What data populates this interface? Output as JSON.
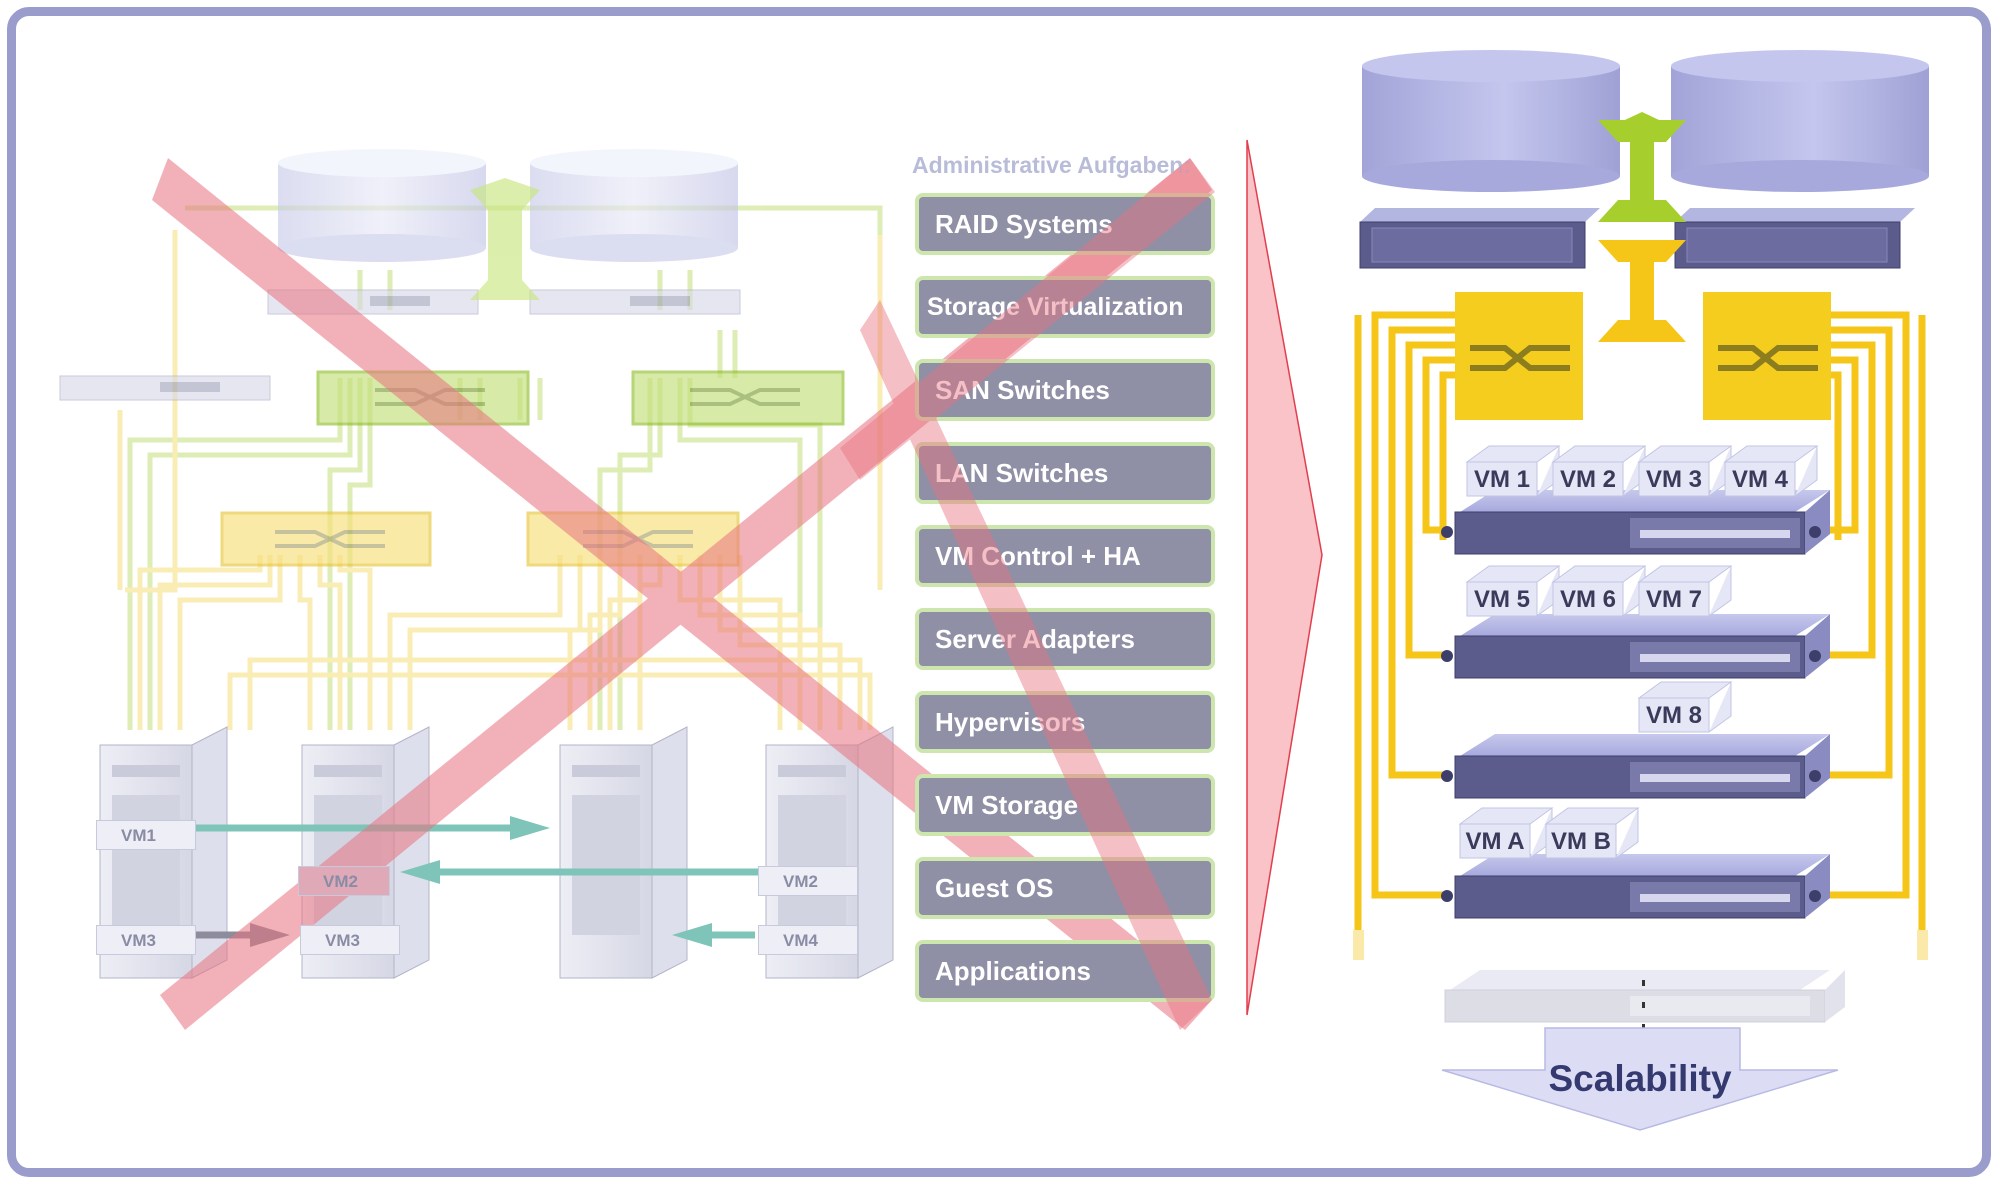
{
  "admin_title": "Administrative Aufgaben:",
  "admin_tasks": [
    "RAID Systems",
    "Storage Virtualization",
    "SAN Switches",
    "LAN Switches",
    "VM Control + HA",
    "Server Adapters",
    "Hypervisors",
    "VM Storage",
    "Guest OS",
    "Applications"
  ],
  "left_vms": {
    "vm1": "VM1",
    "vm2_a": "VM2",
    "vm3_a": "VM3",
    "vm3_b": "VM3",
    "vm2_b": "VM2",
    "vm4": "VM4"
  },
  "right_vms": {
    "row1": [
      "VM 1",
      "VM 2",
      "VM 3",
      "VM 4"
    ],
    "row2": [
      "VM 5",
      "VM 6",
      "VM 7"
    ],
    "row3": [
      "VM 8"
    ],
    "row4": [
      "VM A",
      "VM B"
    ]
  },
  "scalability_label": "Scalability",
  "colors": {
    "frame": "#9a9ccc",
    "cross": "#e8737f",
    "san_green": "#a6cf2e",
    "lan_yellow": "#f5c518",
    "task_box": "#8f8fa6",
    "server_dark": "#5c5c8c",
    "disk": "#b7b9e0",
    "arrow_teal": "#7fc4b8"
  }
}
